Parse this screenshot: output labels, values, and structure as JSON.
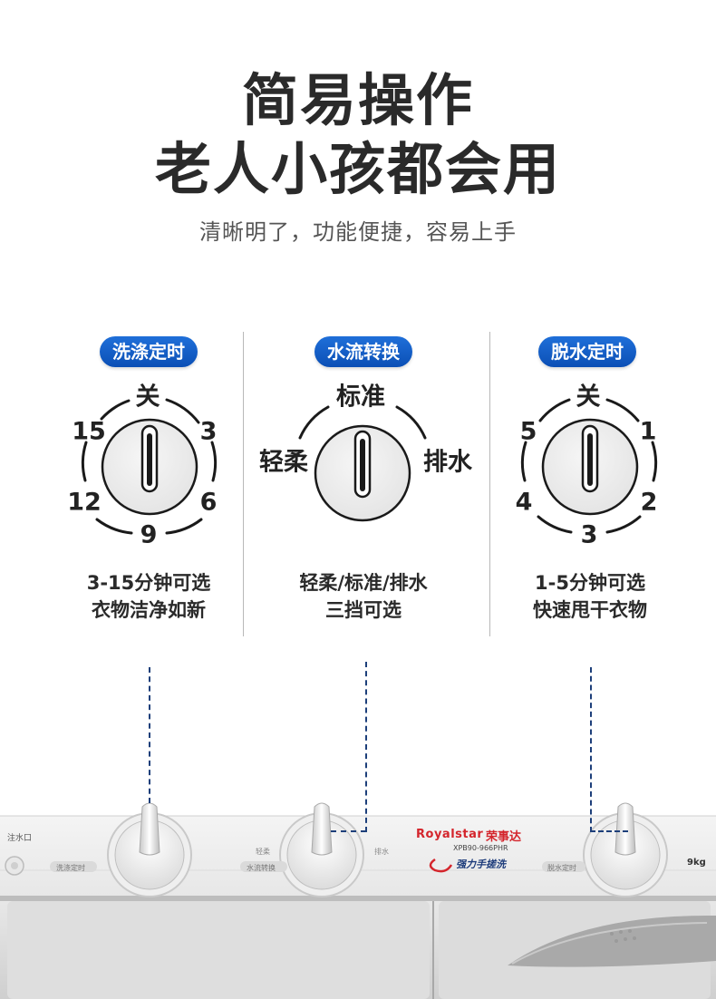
{
  "header": {
    "title_line1": "简易操作",
    "title_line2": "老人小孩都会用",
    "subtitle": "清晰明了，功能便捷，容易上手"
  },
  "dials": [
    {
      "pill": "洗涤定时",
      "labels": [
        "关",
        "3",
        "6",
        "9",
        "12",
        "15"
      ],
      "desc_line1": "3-15分钟可选",
      "desc_line2": "衣物洁净如新"
    },
    {
      "pill": "水流转换",
      "labels": [
        "标准",
        "轻柔",
        "排水"
      ],
      "desc_line1": "轻柔/标准/排水",
      "desc_line2": "三挡可选"
    },
    {
      "pill": "脱水定时",
      "labels": [
        "关",
        "1",
        "2",
        "3",
        "4",
        "5"
      ],
      "desc_line1": "1-5分钟可选",
      "desc_line2": "快速甩干衣物"
    }
  ],
  "machine": {
    "inlet_label": "注水口",
    "brand_en": "Royalstar",
    "brand_cn": "荣事达",
    "model": "XPB90-966PHR",
    "slogan": "强力手搓洗",
    "capacity": "9kg",
    "wash_timer_label": "洗涤定时",
    "flow_label": "水流转换",
    "spin_timer_label": "脱水定时",
    "gentle_label": "轻柔",
    "drain_label": "排水"
  },
  "colors": {
    "pill_blue": "#1558c7",
    "dash_navy": "#1d3f7a",
    "brand_red": "#d4252c"
  }
}
